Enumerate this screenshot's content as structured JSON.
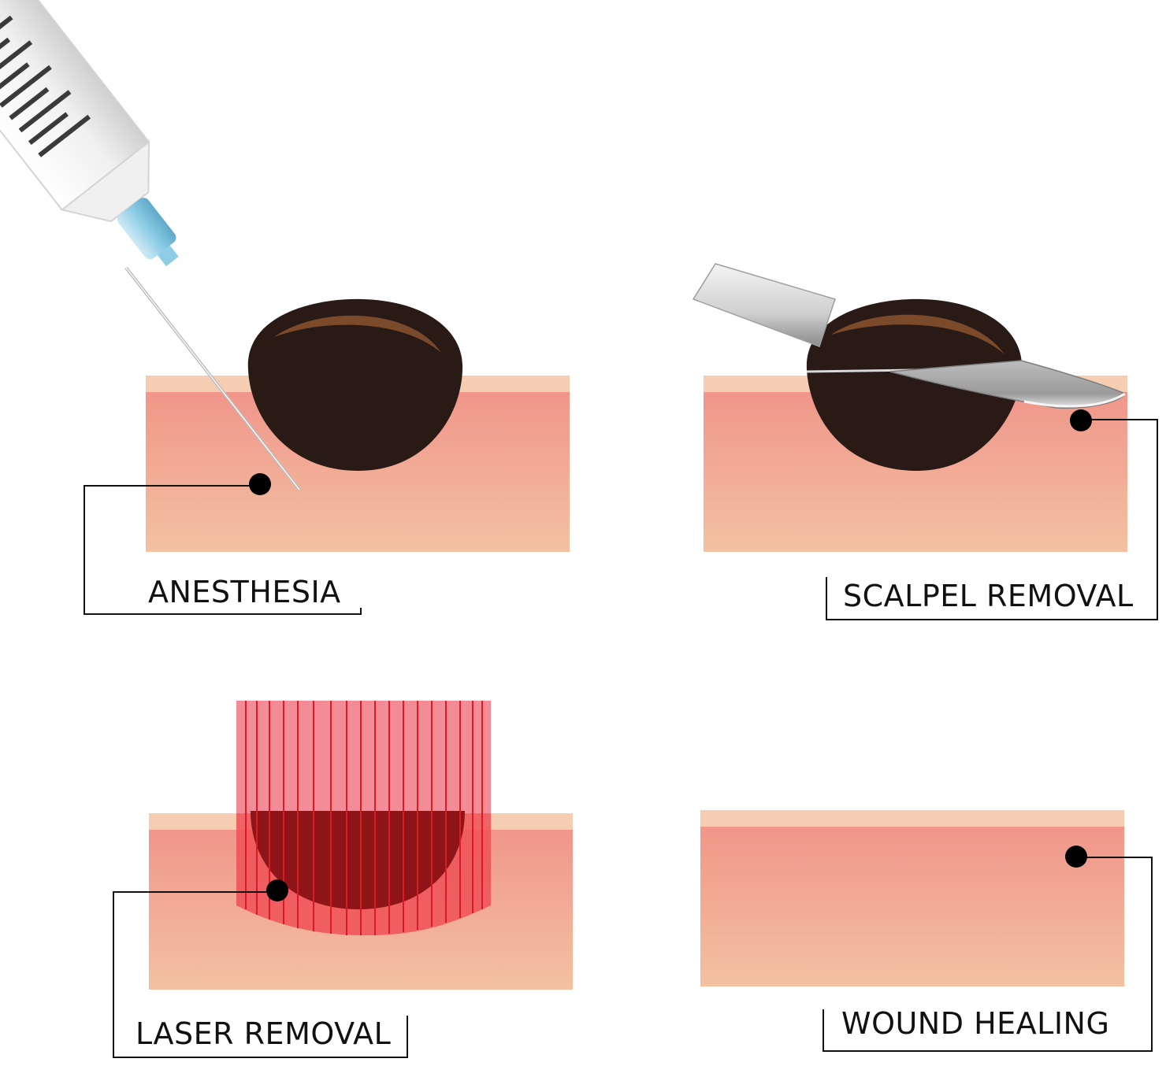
{
  "colors": {
    "background": "#ffffff",
    "skin_top_layer": "#f5cdb2",
    "skin_gradient_top": "#f0968a",
    "skin_gradient_bottom": "#f3c1a2",
    "mole": "#2a1a16",
    "mole_highlight": "#7a4a2a",
    "laser_beam": "#f06070",
    "laser_line": "#d81c24",
    "laser_mole": "#8e1418",
    "syringe_body": "#f2f2f2",
    "syringe_hub": "#8ecde6",
    "blade": "#c8c8c8",
    "callout_line": "#111111",
    "callout_dot": "#000000"
  },
  "panels": [
    {
      "id": "anesthesia",
      "label": "ANESTHESIA",
      "icon": "syringe-icon"
    },
    {
      "id": "scalpel",
      "label": "SCALPEL REMOVAL",
      "icon": "scalpel-icon"
    },
    {
      "id": "laser",
      "label": "LASER REMOVAL",
      "icon": "laser-icon"
    },
    {
      "id": "healing",
      "label": "WOUND HEALING",
      "icon": "skin-icon"
    }
  ]
}
